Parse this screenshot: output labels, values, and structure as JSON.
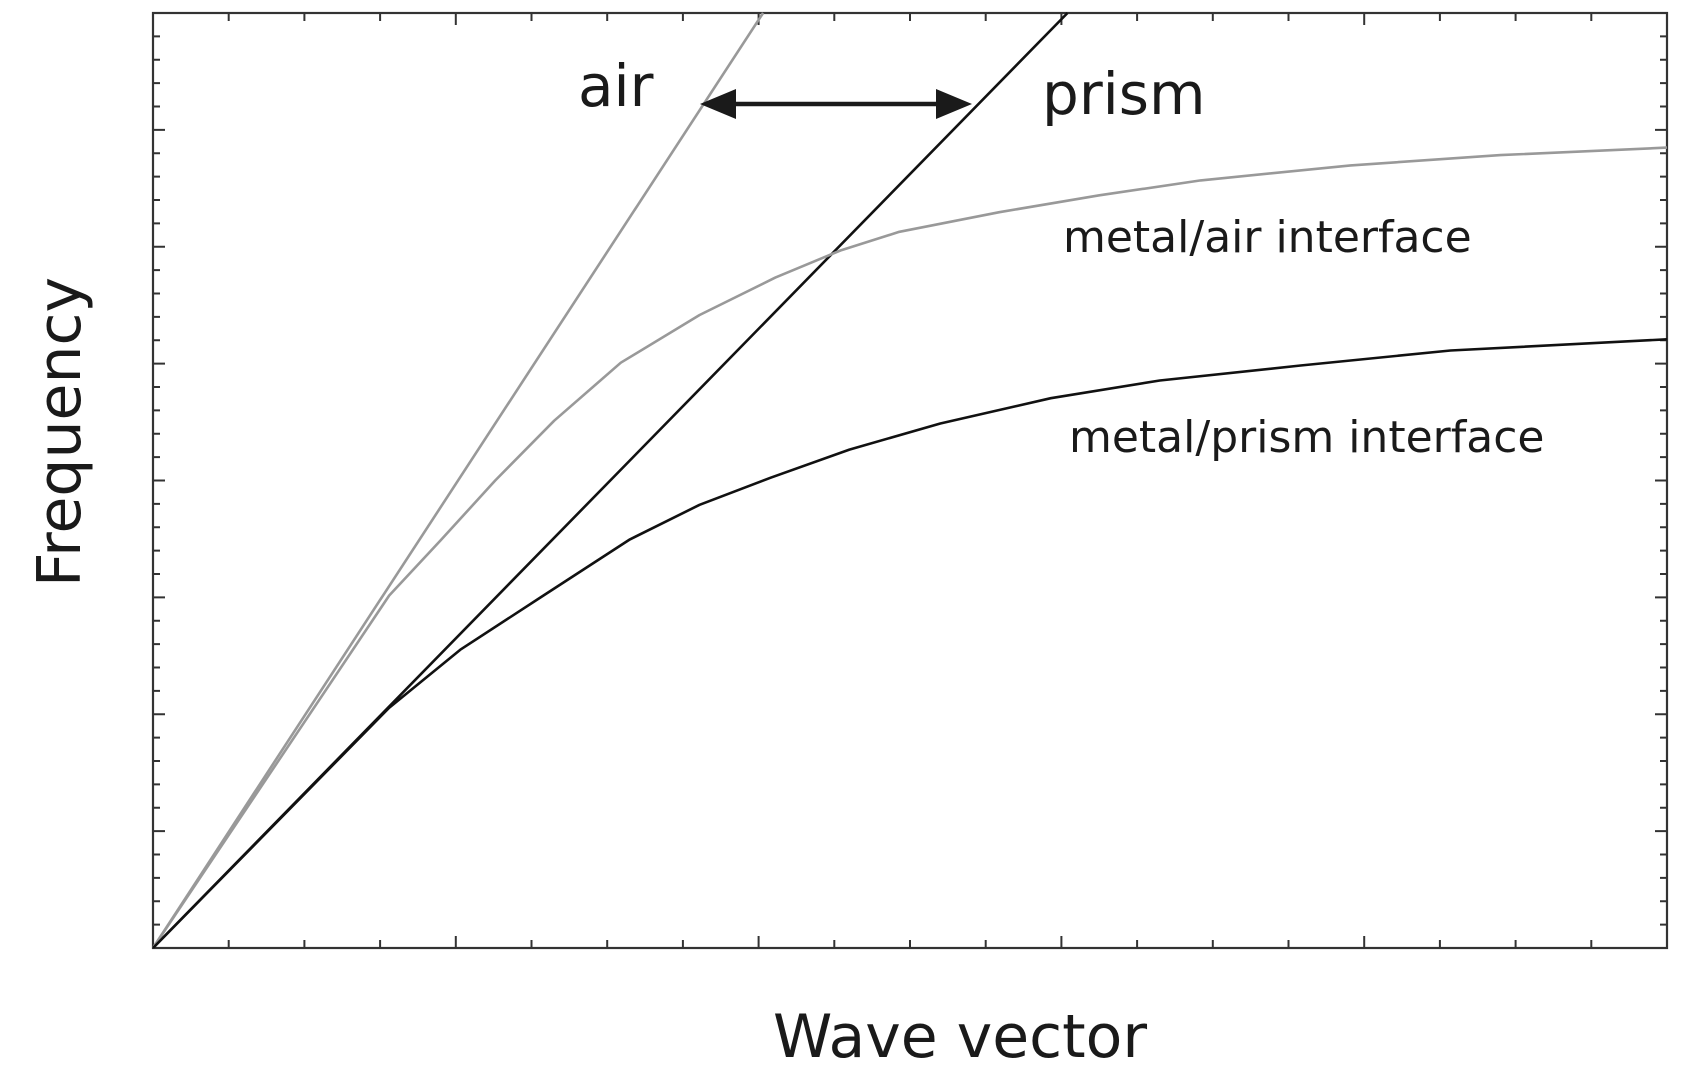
{
  "chart_data": {
    "type": "line",
    "title": "",
    "xlabel": "Wave vector",
    "ylabel": "Frequency",
    "xlim": [
      0,
      1
    ],
    "ylim": [
      0,
      1
    ],
    "grid": false,
    "tick_labels": "none",
    "x_major_ticks": 5,
    "x_minor_per_major": 4,
    "y_major_ticks": 8,
    "y_minor_per_major": 5,
    "series": [
      {
        "name": "air",
        "color": "#999999",
        "style": "light line",
        "x": [
          0.0,
          0.403
        ],
        "y": [
          0.0,
          1.0
        ]
      },
      {
        "name": "prism",
        "color": "#111111",
        "style": "light line",
        "x": [
          0.0,
          0.604
        ],
        "y": [
          0.0,
          1.0
        ]
      },
      {
        "name": "metal/air interface",
        "color": "#999999",
        "style": "dispersion curve",
        "x": [
          0.0,
          0.156,
          0.19,
          0.226,
          0.265,
          0.309,
          0.361,
          0.411,
          0.454,
          0.493,
          0.559,
          0.625,
          0.692,
          0.791,
          0.89,
          1.0
        ],
        "y": [
          0.0,
          0.377,
          0.436,
          0.5,
          0.564,
          0.626,
          0.677,
          0.717,
          0.746,
          0.766,
          0.787,
          0.805,
          0.821,
          0.837,
          0.848,
          0.856
        ]
      },
      {
        "name": "metal/prism interface",
        "color": "#111111",
        "style": "dispersion curve",
        "x": [
          0.0,
          0.156,
          0.203,
          0.256,
          0.315,
          0.361,
          0.408,
          0.46,
          0.52,
          0.593,
          0.665,
          0.758,
          0.857,
          1.0
        ],
        "y": [
          0.0,
          0.257,
          0.319,
          0.375,
          0.437,
          0.474,
          0.503,
          0.533,
          0.561,
          0.588,
          0.607,
          0.623,
          0.639,
          0.651
        ]
      }
    ],
    "annotations": [
      {
        "text": "air",
        "near": "air light line, upper left"
      },
      {
        "text": "prism",
        "near": "prism light line, upper middle"
      },
      {
        "text": "metal/air interface",
        "near": "gray curve, right"
      },
      {
        "text": "metal/prism interface",
        "near": "black curve, right"
      },
      {
        "text": "double-headed arrow",
        "between": "air line and prism line",
        "y": 0.905
      }
    ],
    "legend": "none (inline labels)"
  },
  "labels": {
    "air": "air",
    "prism": "prism",
    "metal_air": "metal/air interface",
    "metal_prism": "metal/prism interface",
    "xlabel": "Wave vector",
    "ylabel": "Frequency"
  },
  "colors": {
    "gray": "#999999",
    "black": "#111111",
    "axis": "#333333"
  }
}
